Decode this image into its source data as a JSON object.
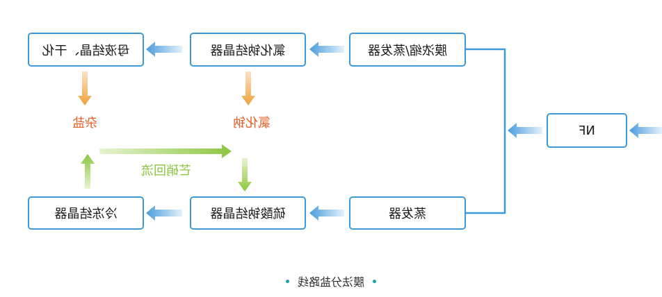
{
  "diagram": {
    "nodes": {
      "nf": "NF",
      "membrane_evaporator": "膜浓缩/蒸发器",
      "nacl_crystallizer": "氯化钠结晶器",
      "mother_liquor": "母液结晶、干化",
      "evaporator": "蒸发器",
      "na2so4_crystallizer": "硫酸钠结晶器",
      "freeze_crystallizer": "冷冻结晶器"
    },
    "outputs": {
      "mixed_salt": "杂盐",
      "sodium_chloride": "氯化钠"
    },
    "reflux_label": "芒硝回流",
    "caption": "膜法分盐路线",
    "colors": {
      "box_border": "#3d9ad8",
      "flow_arrow": "#4a9ddc",
      "output_arrow": "#f0a23c",
      "output_label": "#e6612a",
      "reflux": "#8cc63f",
      "caption_dot": "#1ba2a6"
    }
  }
}
